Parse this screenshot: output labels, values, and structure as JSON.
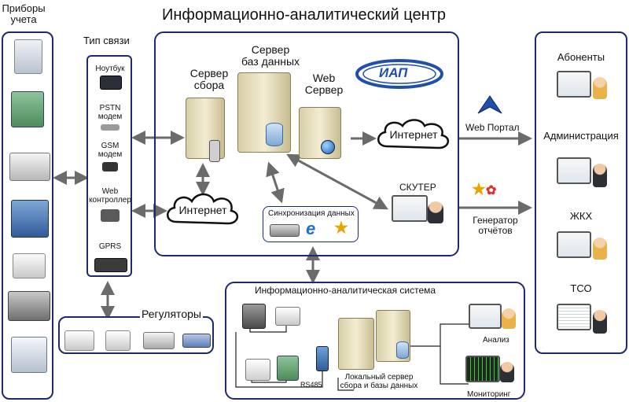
{
  "title": "Информационно-аналитический центр",
  "left_panel": {
    "title": "Приборы\nучета"
  },
  "comm": {
    "title": "Тип связи",
    "items": [
      "Ноутбук",
      "PSTN\nмодем",
      "GSM\nмодем",
      "Web\nконтроллер",
      "GPRS"
    ]
  },
  "servers": {
    "collect": "Сервер\nсбора",
    "db": "Сервер\nбаз данных",
    "web": "Web\nСервер"
  },
  "internet_label": "Интернет",
  "sync_label": "Синхронизация данных",
  "scouter_label": "СКУТЕР",
  "logo_text": "ИАП",
  "web_portal": "Web Портал",
  "report_gen": "Генератор\nотчётов",
  "regulators": "Регуляторы",
  "ias": {
    "title": "Информационно-аналитическая система",
    "rs485": "RS485",
    "local_server": "Локальный сервер\nсбора и базы данных",
    "analysis": "Анализ",
    "monitoring": "Мониторинг"
  },
  "right_panel": {
    "items": [
      "Абоненты",
      "Администрация",
      "ЖКХ",
      "ТСО"
    ]
  },
  "colors": {
    "border": "#1f2a6e",
    "arrow": "#6b6b6b",
    "accent": "#1f4fa8"
  }
}
